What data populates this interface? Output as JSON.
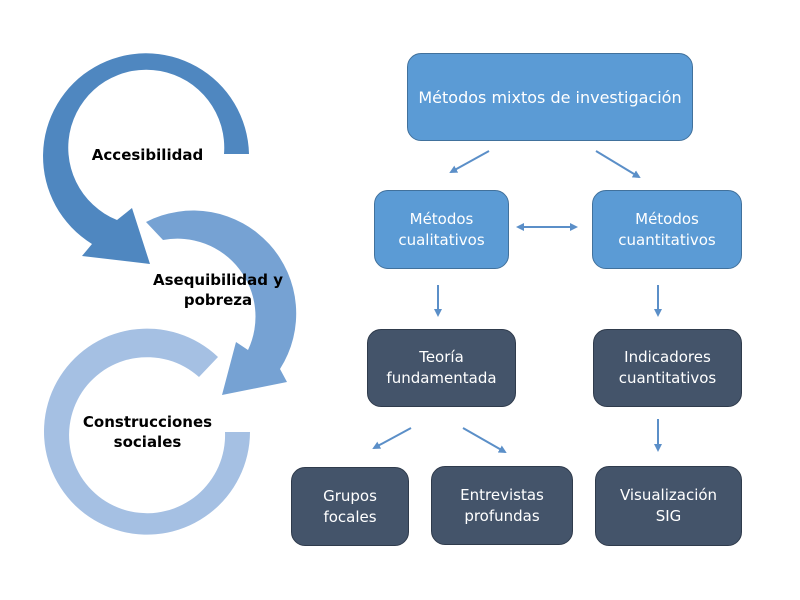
{
  "cycle": {
    "items": [
      {
        "label": "Accesibilidad",
        "color": "#4f87c0"
      },
      {
        "label": "Asequibilidad y\npobreza",
        "color": "#76a2d3"
      },
      {
        "label": "Construcciones\nsociales",
        "color": "#a5c0e3"
      }
    ]
  },
  "flow": {
    "colors": {
      "primary": "#5b9bd5",
      "secondary": "#44546a",
      "connector": "#5b8fc8"
    },
    "nodes": {
      "root": "Métodos mixtos de investigación",
      "qualitative": "Métodos\ncualitativos",
      "quantitative": "Métodos\ncuantitativos",
      "grounded_theory": "Teoría\nfundamentada",
      "quant_indicators": "Indicadores\ncuantitativos",
      "focus_groups": "Grupos\nfocales",
      "interviews": "Entrevistas\nprofundas",
      "gis": "Visualización\nSIG"
    }
  }
}
